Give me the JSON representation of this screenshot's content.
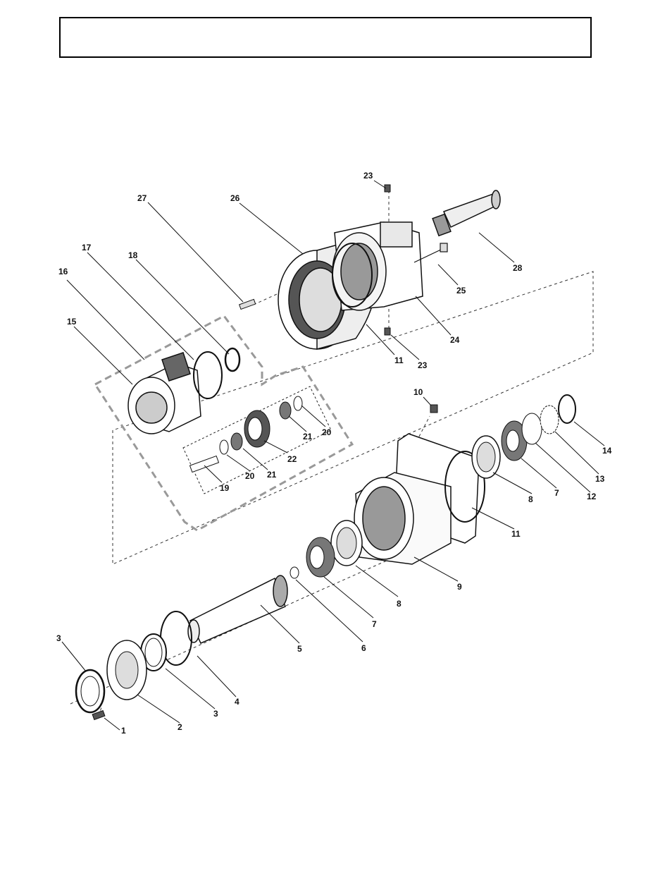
{
  "header": {
    "title": ""
  },
  "diagram": {
    "callouts": [
      {
        "id": "c23a",
        "text": "23"
      },
      {
        "id": "c27",
        "text": "27"
      },
      {
        "id": "c26",
        "text": "26"
      },
      {
        "id": "c17",
        "text": "17"
      },
      {
        "id": "c18",
        "text": "18"
      },
      {
        "id": "c16",
        "text": "16"
      },
      {
        "id": "c15",
        "text": "15"
      },
      {
        "id": "c28",
        "text": "28"
      },
      {
        "id": "c25",
        "text": "25"
      },
      {
        "id": "c24",
        "text": "24"
      },
      {
        "id": "c11a",
        "text": "11"
      },
      {
        "id": "c23b",
        "text": "23"
      },
      {
        "id": "c20a",
        "text": "20"
      },
      {
        "id": "c21a",
        "text": "21"
      },
      {
        "id": "c22",
        "text": "22"
      },
      {
        "id": "c19",
        "text": "19"
      },
      {
        "id": "c20b",
        "text": "20"
      },
      {
        "id": "c21b",
        "text": "21"
      },
      {
        "id": "c10",
        "text": "10"
      },
      {
        "id": "c14",
        "text": "14"
      },
      {
        "id": "c13",
        "text": "13"
      },
      {
        "id": "c12",
        "text": "12"
      },
      {
        "id": "c7a",
        "text": "7"
      },
      {
        "id": "c8a",
        "text": "8"
      },
      {
        "id": "c11b",
        "text": "11"
      },
      {
        "id": "c9",
        "text": "9"
      },
      {
        "id": "c8b",
        "text": "8"
      },
      {
        "id": "c7b",
        "text": "7"
      },
      {
        "id": "c6",
        "text": "6"
      },
      {
        "id": "c5",
        "text": "5"
      },
      {
        "id": "c4",
        "text": "4"
      },
      {
        "id": "c3a",
        "text": "3"
      },
      {
        "id": "c3b",
        "text": "3"
      },
      {
        "id": "c2",
        "text": "2"
      },
      {
        "id": "c1",
        "text": "1"
      }
    ]
  }
}
